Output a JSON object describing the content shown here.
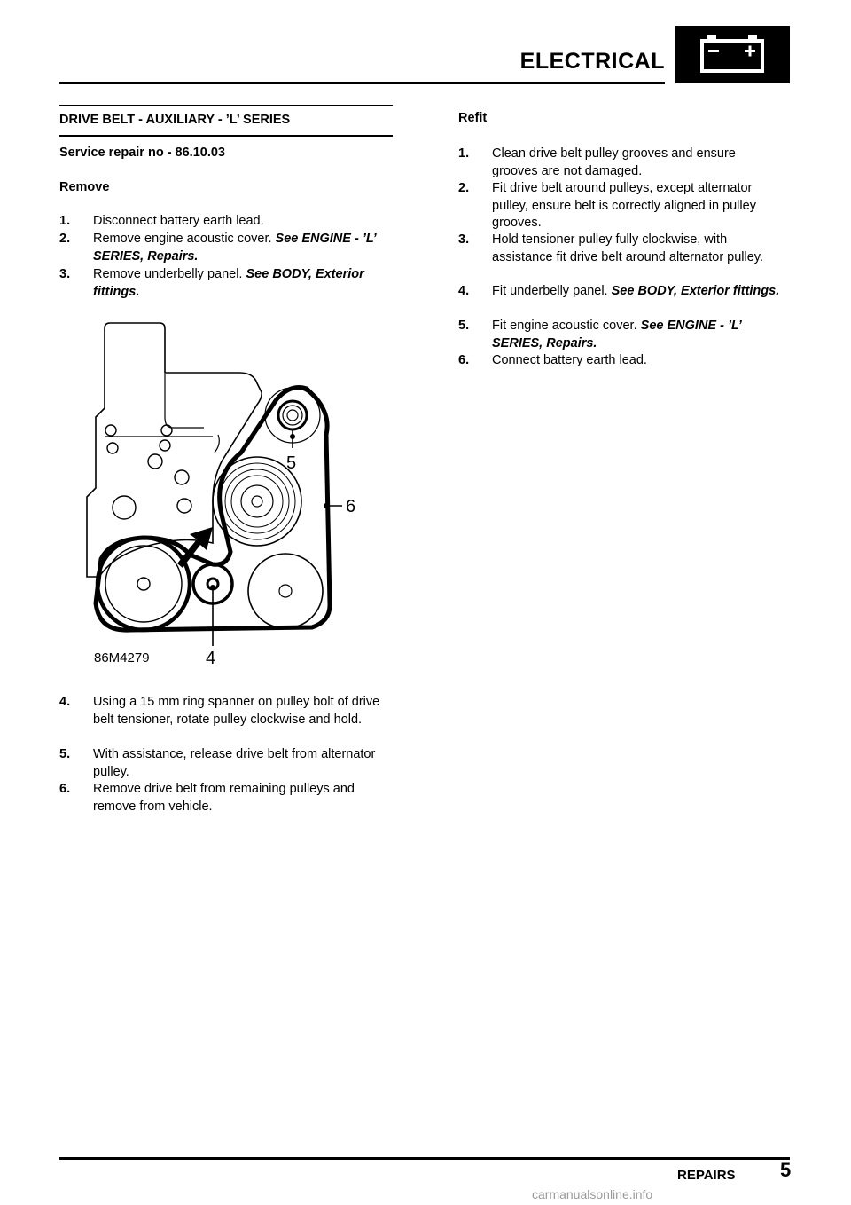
{
  "header": {
    "section_title": "ELECTRICAL",
    "icon": "battery-icon"
  },
  "title": "DRIVE BELT - AUXILIARY - ’L’ SERIES",
  "service_repair": "Service repair no - 86.10.03",
  "remove": {
    "heading": "Remove",
    "steps": [
      {
        "num": "1.",
        "text": "Disconnect battery earth lead."
      },
      {
        "num": "2.",
        "text": "Remove engine acoustic cover.",
        "ref": "See ENGINE - ’L’ SERIES, Repairs."
      },
      {
        "num": "3.",
        "text": "Remove underbelly panel.",
        "ref": "See BODY, Exterior fittings."
      },
      {
        "num": "4.",
        "text": "Using a 15 mm ring spanner on pulley bolt of drive belt tensioner, rotate pulley clockwise and hold."
      },
      {
        "num": "5.",
        "text": "With assistance, release drive belt from alternator pulley."
      },
      {
        "num": "6.",
        "text": "Remove drive belt from remaining pulleys and remove from vehicle."
      }
    ]
  },
  "figure": {
    "code": "86M4279",
    "callouts": [
      "4",
      "5",
      "6"
    ]
  },
  "refit": {
    "heading": "Refit",
    "steps": [
      {
        "num": "1.",
        "text": "Clean drive belt pulley grooves and ensure grooves are not damaged."
      },
      {
        "num": "2.",
        "text": "Fit drive belt around pulleys, except alternator pulley, ensure belt is correctly aligned in pulley grooves."
      },
      {
        "num": "3.",
        "text": "Hold tensioner pulley fully clockwise, with assistance fit drive belt around alternator pulley."
      },
      {
        "num": "4.",
        "text": "Fit underbelly panel.",
        "ref": "See BODY, Exterior fittings."
      },
      {
        "num": "5.",
        "text": "Fit engine acoustic cover.",
        "ref": "See ENGINE - ’L’ SERIES, Repairs."
      },
      {
        "num": "6.",
        "text": "Connect battery earth lead."
      }
    ]
  },
  "footer": {
    "section": "REPAIRS",
    "page": "5",
    "watermark": "carmanualsonline.info"
  }
}
